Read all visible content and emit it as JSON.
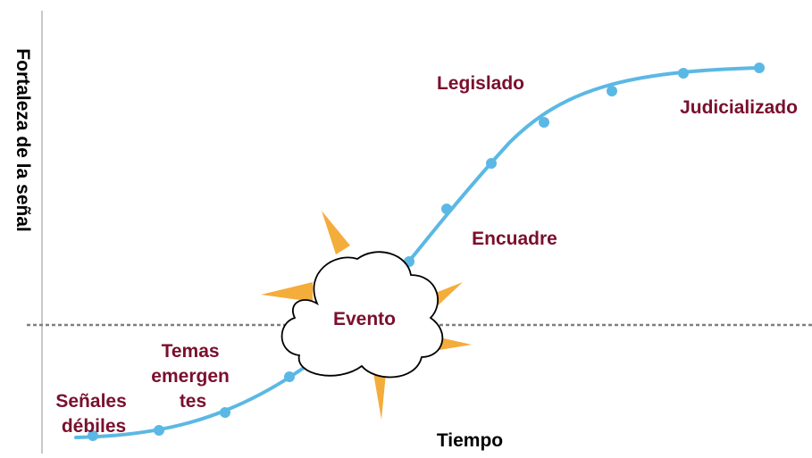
{
  "axes": {
    "y_label": "Fortaleza de la señal",
    "x_label": "Tiempo"
  },
  "stages": [
    {
      "lines": [
        "Señales",
        "débiles"
      ]
    },
    {
      "lines": [
        "Temas",
        "emergen",
        "tes"
      ]
    },
    {
      "lines": [
        "Evento"
      ]
    },
    {
      "lines": [
        "Encuadre"
      ]
    },
    {
      "lines": [
        "Legislado"
      ]
    },
    {
      "lines": [
        "Judicializado"
      ]
    }
  ],
  "colors": {
    "curve": "#5bb8e4",
    "marker": "#5bb8e4",
    "label_text": "#7a0f2e",
    "burst_rays": "#f4ac3b",
    "threshold_line": "#7f7f7f",
    "axis_line": "#b5b5b5"
  },
  "shapes": {
    "event_marker": "cloud-with-burst-icon"
  }
}
